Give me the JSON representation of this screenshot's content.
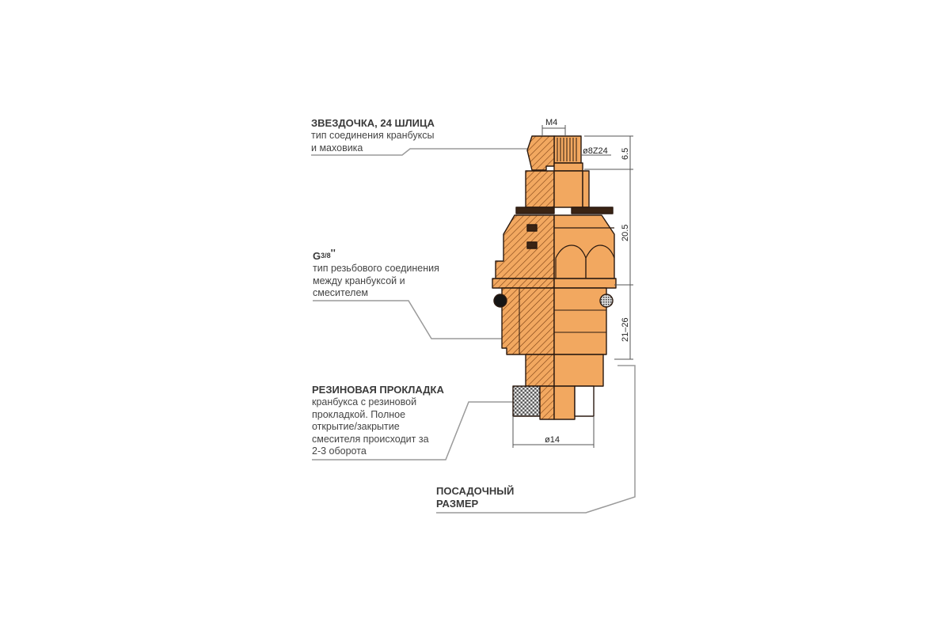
{
  "colors": {
    "brass": "#F2A860",
    "brass_dark": "#D98B3F",
    "outline": "#2b1a10",
    "dim_line": "#555555",
    "leader": "#999999",
    "rubber_ring": "#1a1a1a"
  },
  "callouts": {
    "star": {
      "title": "ЗВЕЗДОЧКА, 24 ШЛИЦА",
      "line1": "тип соединения кранбуксы",
      "line2": "и маховика"
    },
    "thread": {
      "title_main": "G",
      "title_frac": "3/8",
      "title_suffix": "''",
      "line1": "тип резьбового соединения",
      "line2": "между кранбуксой и",
      "line3": "смесителем"
    },
    "gasket": {
      "title": "РЕЗИНОВАЯ ПРОКЛАДКА",
      "line1": "кранбукса с резиновой",
      "line2": "прокладкой. Полное",
      "line3": "открытие/закрытие",
      "line4": "смесителя происходит за",
      "line5": "2-3 оборота"
    },
    "seat": {
      "line1": "ПОСАДОЧНЫЙ",
      "line2": "РАЗМЕР"
    }
  },
  "dimensions": {
    "thread_m": "M4",
    "spline": "ø8Z24",
    "top_height": "6.5",
    "mid_height": "20.5",
    "seat_range": "21–26",
    "base_diameter": "ø14"
  }
}
